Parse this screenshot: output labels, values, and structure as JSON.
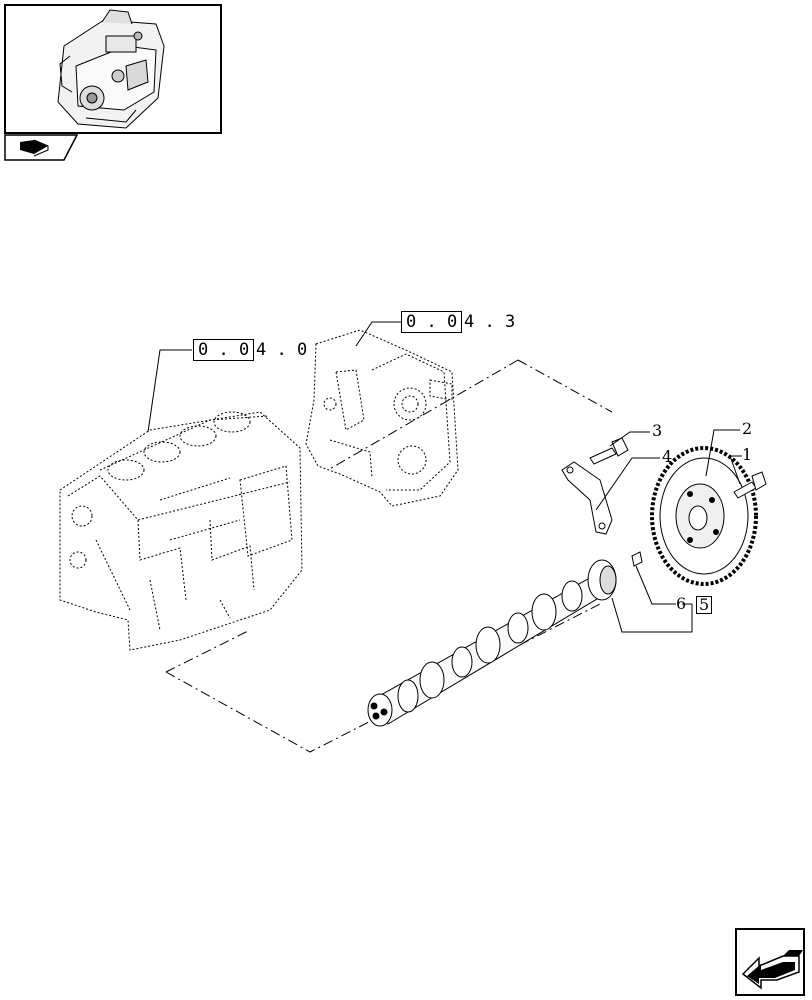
{
  "thumbnail": {
    "icon": "engine-thumbnail"
  },
  "tab": {
    "icon": "book-tab-icon"
  },
  "references": [
    {
      "boxed": "0 . 0",
      "tail": "4 . 0"
    },
    {
      "boxed": "0 . 0",
      "tail": "4 . 3"
    }
  ],
  "callouts": {
    "c1": "1",
    "c2": "2",
    "c3": "3",
    "c4": "4",
    "c5": "5",
    "c6": "6"
  },
  "nav": {
    "icon": "back-arrow-icon"
  }
}
